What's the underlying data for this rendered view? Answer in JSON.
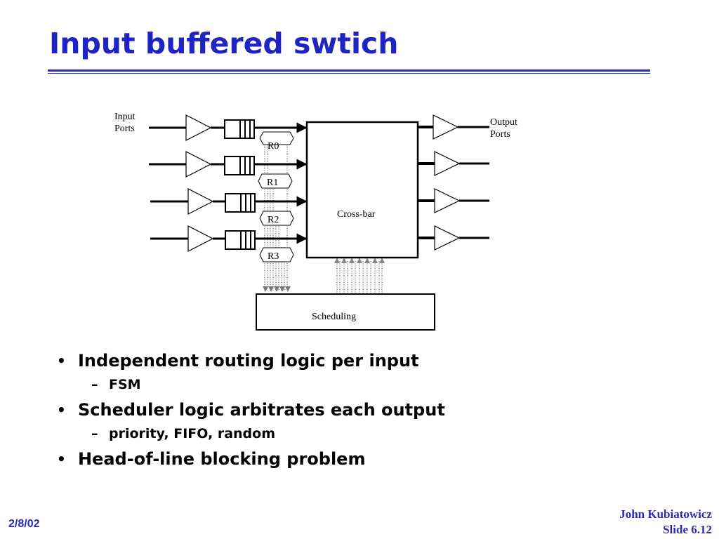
{
  "slide": {
    "title": "Input buffered swtich",
    "date": "2/8/02",
    "author": "John Kubiatowicz",
    "slide_number": "Slide 6.12"
  },
  "diagram": {
    "input_ports_label": [
      "Input",
      "Ports"
    ],
    "output_ports_label": [
      "Output",
      "Ports"
    ],
    "routers": [
      "R0",
      "R1",
      "R2",
      "R3"
    ],
    "crossbar_label": "Cross-bar",
    "scheduler_label": "Scheduling"
  },
  "bullets": [
    {
      "text": "Independent routing logic per input",
      "sub": [
        "FSM"
      ]
    },
    {
      "text": "Scheduler logic arbitrates each output",
      "sub": [
        "priority, FIFO, random"
      ]
    },
    {
      "text": "Head-of-line blocking problem",
      "sub": []
    }
  ],
  "colors": {
    "title": "#1f23c4",
    "rule": "#2727c2",
    "footer": "#2a2ab3"
  }
}
